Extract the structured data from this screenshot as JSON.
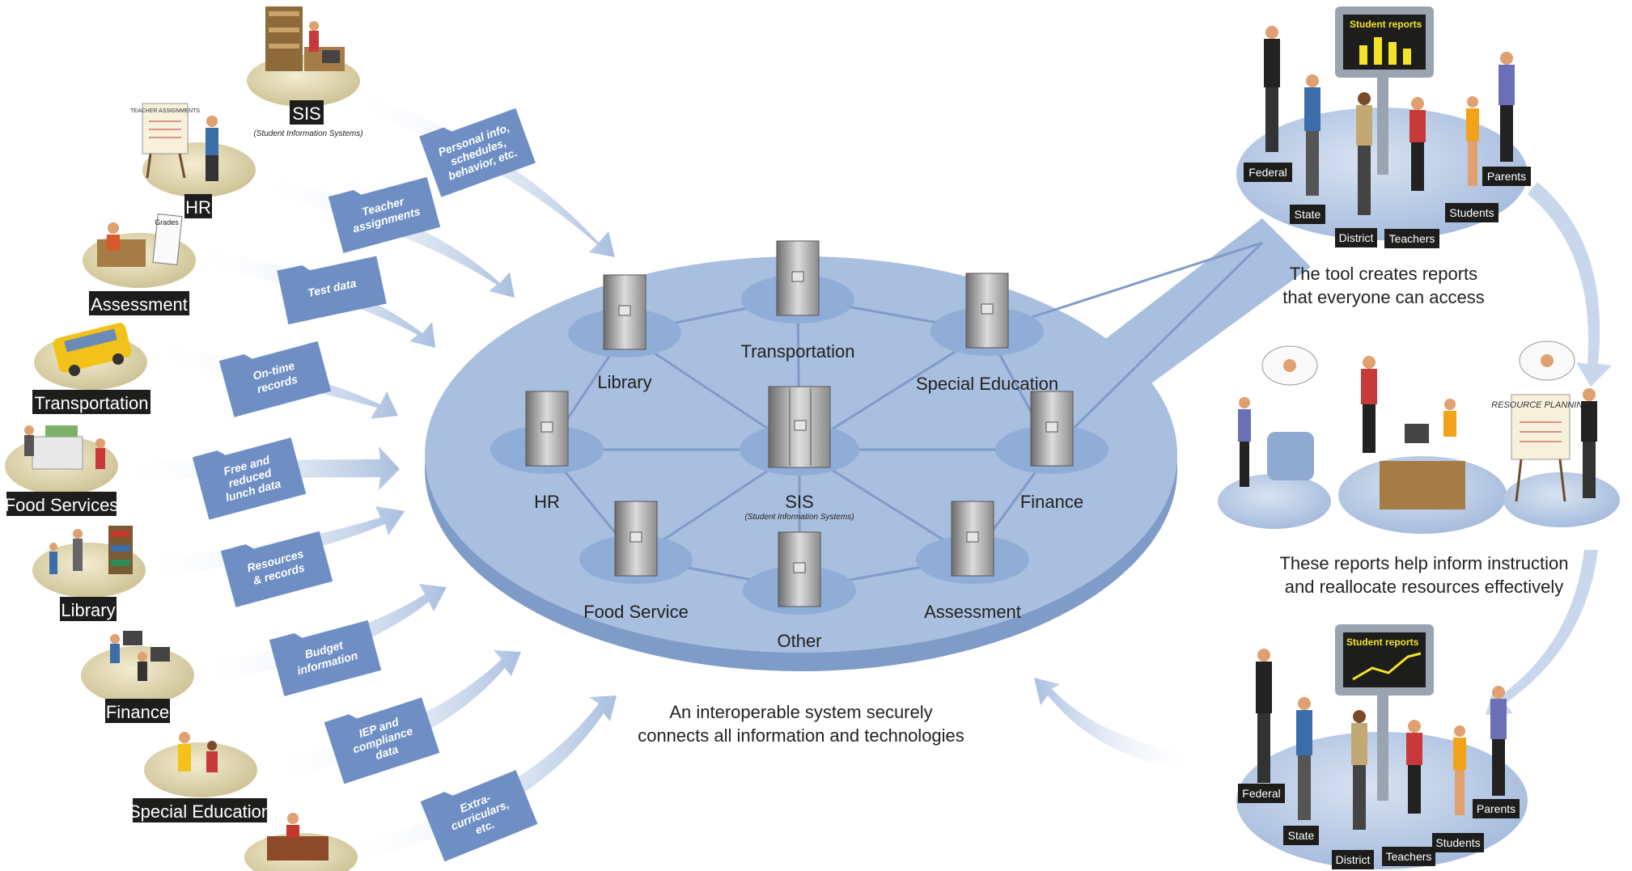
{
  "sources": [
    {
      "label": "SIS",
      "sublabel": "(Student Information Systems)"
    },
    {
      "label": "HR",
      "sign": "TEACHER ASSIGNMENTS"
    },
    {
      "label": "Assessment",
      "sign": "Grades"
    },
    {
      "label": "Transportation"
    },
    {
      "label": "Food Services"
    },
    {
      "label": "Library"
    },
    {
      "label": "Finance"
    },
    {
      "label": "Special Education"
    },
    {
      "label": ""
    }
  ],
  "data_flows": [
    {
      "lines": [
        "Personal info,",
        "schedules,",
        "behavior, etc."
      ]
    },
    {
      "lines": [
        "Teacher",
        "assignments"
      ]
    },
    {
      "lines": [
        "Test data"
      ]
    },
    {
      "lines": [
        "On-time",
        "records"
      ]
    },
    {
      "lines": [
        "Free and",
        "reduced",
        "lunch data"
      ]
    },
    {
      "lines": [
        "Resources",
        "& records"
      ]
    },
    {
      "lines": [
        "Budget",
        "information"
      ]
    },
    {
      "lines": [
        "IEP and",
        "compliance",
        "data"
      ]
    },
    {
      "lines": [
        "Extra-",
        "curriculars,",
        "etc."
      ]
    }
  ],
  "network": {
    "hub": {
      "label": "SIS",
      "sublabel": "(Student Information Systems)"
    },
    "nodes": [
      "Library",
      "Transportation",
      "Special Education",
      "HR",
      "Finance",
      "Food Service",
      "Other",
      "Assessment"
    ],
    "caption": [
      "An interoperable system securely",
      "connects all information and technologies"
    ]
  },
  "reports": {
    "screen_title": "Student reports",
    "stakeholders": [
      "Federal",
      "State",
      "District",
      "Teachers",
      "Students",
      "Parents"
    ],
    "caption_top": [
      "The tool creates reports",
      "that everyone can access"
    ],
    "caption_mid": [
      "These reports help inform instruction",
      "and reallocate resources effectively"
    ],
    "planning_sign": "RESOURCE PLANNING"
  },
  "colors": {
    "ellipse": "#a9bfdf",
    "ellipse_dark": "#7f9bc8",
    "pad": "#8fadd6",
    "folder": "#6f8fc4",
    "arrow": "#b9cbe6",
    "base": "#d9cfa5",
    "label_bg": "#1d1d1b",
    "screen": "#f5e32a"
  }
}
